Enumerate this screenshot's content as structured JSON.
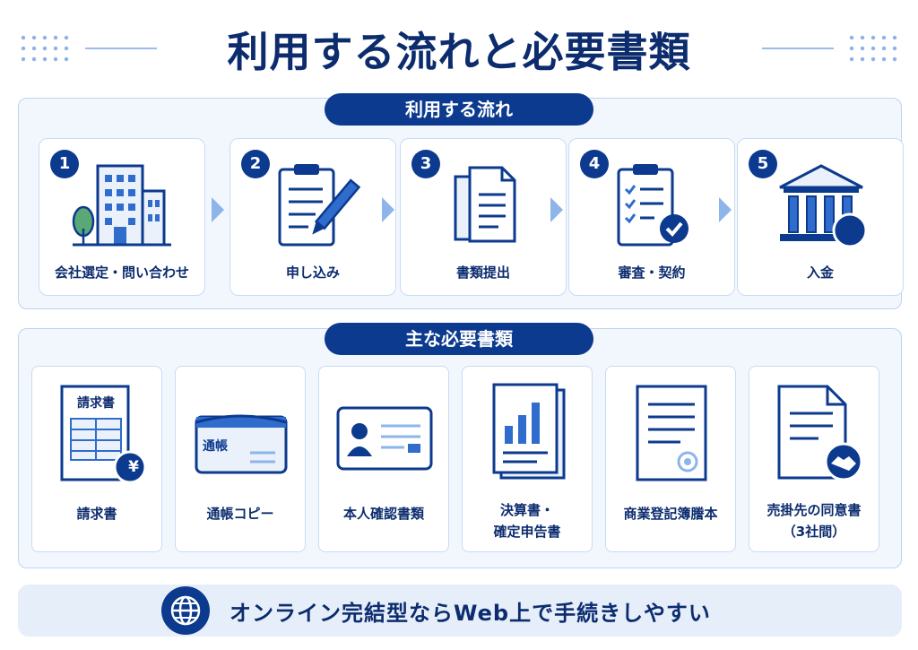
{
  "title": "利用する流れと必要書類",
  "flow": {
    "heading": "利用する流れ",
    "steps": [
      {
        "number": "1",
        "label": "会社選定・問い合わせ",
        "icon": "office-building-icon"
      },
      {
        "number": "2",
        "label": "申し込み",
        "icon": "clipboard-pen-icon"
      },
      {
        "number": "3",
        "label": "書類提出",
        "icon": "documents-icon"
      },
      {
        "number": "4",
        "label": "審査・契約",
        "icon": "checklist-icon"
      },
      {
        "number": "5",
        "label": "入金",
        "icon": "bank-yen-icon"
      }
    ]
  },
  "docs": {
    "heading": "主な必要書類",
    "items": [
      {
        "label": "請求書",
        "icon": "invoice-icon",
        "icon_text": "請求書"
      },
      {
        "label": "通帳コピー",
        "icon": "passbook-icon",
        "icon_text": "通帳"
      },
      {
        "label": "本人確認書類",
        "icon": "id-card-icon"
      },
      {
        "label": "決算書・\n確定申告書",
        "icon": "financial-report-icon"
      },
      {
        "label": "商業登記簿謄本",
        "icon": "registry-certificate-icon"
      },
      {
        "label": "売掛先の同意書\n（3社間）",
        "icon": "agreement-handshake-icon"
      }
    ]
  },
  "footer": {
    "text": "オンライン完結型ならWeb上で手続きしやすい",
    "icon": "globe-icon"
  },
  "currency_symbol": "¥",
  "colors": {
    "navy": "#0c3a8e",
    "dark_text": "#0c2c6e",
    "light_blue": "#8db5ea",
    "panel_bg": "#f2f7fd"
  }
}
